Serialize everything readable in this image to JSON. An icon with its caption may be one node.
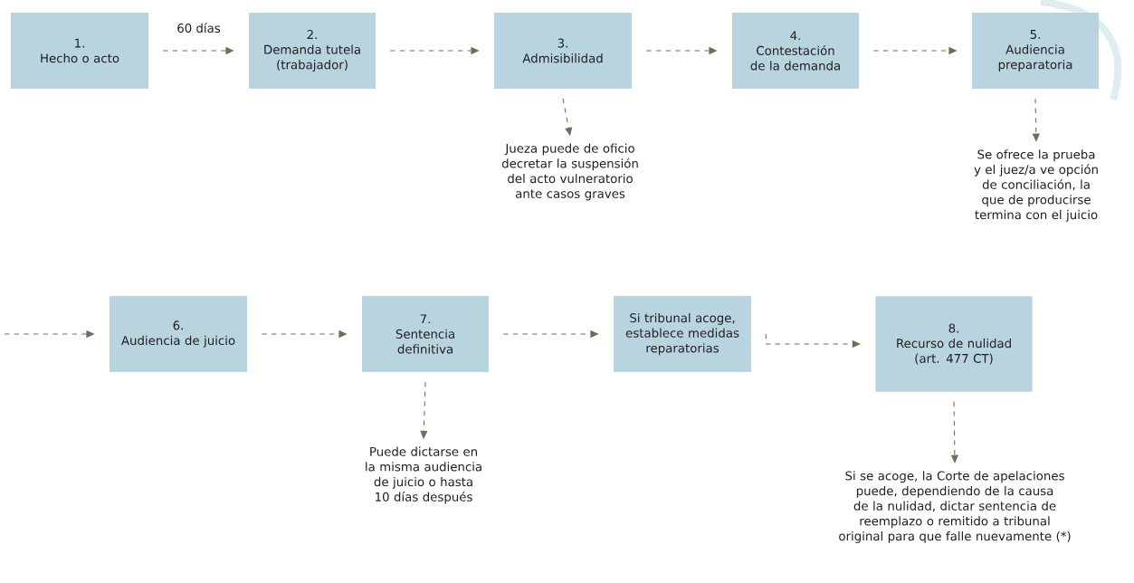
{
  "diagram": {
    "nodes": [
      {
        "text": [
          "1.",
          "Hecho o acto"
        ]
      },
      {
        "text": [
          "2.",
          "Demanda tutela (trabajador)"
        ]
      },
      {
        "text": [
          "3.",
          "Admisibilidad"
        ]
      },
      {
        "text": [
          "4.",
          "Contestación de la demanda"
        ]
      },
      {
        "text": [
          "5.",
          "Audiencia preparatoria"
        ]
      },
      {
        "text": [
          "Jueza puede de oficio decretar la suspensión del acto vulneratorio ante casos graves"
        ]
      },
      {
        "text": [
          "Se ofrece la prueba y el juez/a ve opción de conciliación, la que de producirse termina con el juicio"
        ]
      },
      {
        "text": [
          "6.",
          "Audiencia de juicio"
        ]
      },
      {
        "text": [
          "7.",
          "Sentencia definitiva"
        ]
      },
      {
        "text": [
          "Si tribunal acoge, establece medidas reparatorias"
        ]
      },
      {
        "text": [
          "8.",
          "Recurso de nulidad (art. 477 CT)"
        ]
      },
      {
        "text": [
          "Puede dictarse en la misma audiencia de juicio o hasta 10 días después"
        ]
      },
      {
        "text": [
          "Si se acoge, la Corte de apelaciones puede, dependiendo de la causa de la nulidad, dictar sentencia de reemplazo o remitido a tribunal original para que falle nuevamente (*)"
        ]
      }
    ],
    "edges": [
      {
        "from": 0,
        "to": 1,
        "arrow": "to",
        "style": "dashed",
        "label": "60 días"
      },
      {
        "from": 1,
        "to": 2,
        "arrow": "to",
        "style": "dashed"
      },
      {
        "from": 2,
        "to": 3,
        "arrow": "to",
        "style": "dashed"
      },
      {
        "from": 3,
        "to": 4,
        "arrow": "to",
        "style": "dashed"
      },
      {
        "from": 2,
        "to": 5,
        "arrow": "to",
        "style": "dashed"
      },
      {
        "from": 4,
        "to": 6,
        "arrow": "to",
        "style": "dashed"
      },
      {
        "from": null,
        "to": 7,
        "arrow": "to",
        "style": "dashed"
      },
      {
        "from": 7,
        "to": 8,
        "arrow": "to",
        "style": "dashed"
      },
      {
        "from": 8,
        "to": 9,
        "arrow": "to",
        "style": "dashed"
      },
      {
        "from": 9,
        "to": 10,
        "arrow": "to",
        "style": "dashed"
      },
      {
        "from": 8,
        "to": 11,
        "arrow": "to",
        "style": "dashed"
      },
      {
        "from": 10,
        "to": 12,
        "arrow": "to",
        "style": "dashed"
      }
    ]
  }
}
